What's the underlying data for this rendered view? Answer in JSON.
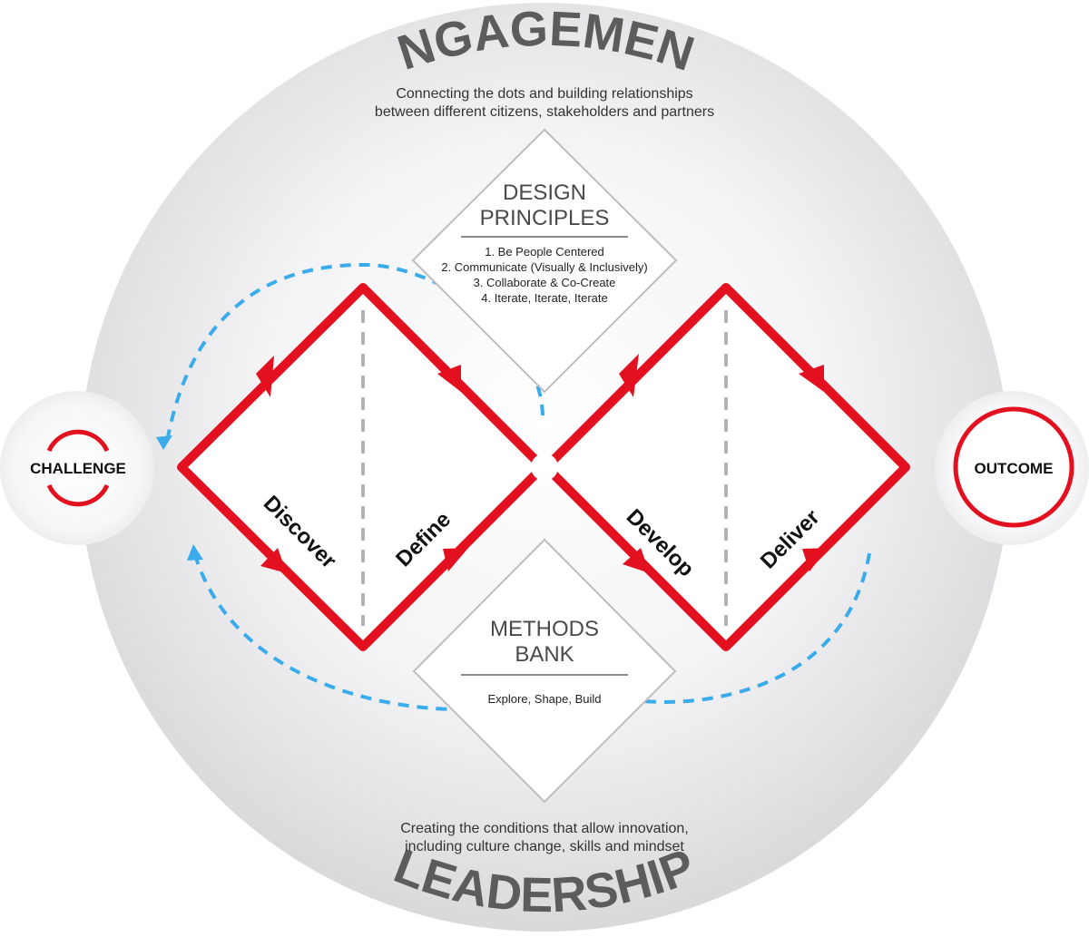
{
  "engagement": {
    "title": "ENGAGEMENT",
    "description_lines": [
      "Connecting the dots and building relationships",
      "between different citizens, stakeholders and partners"
    ]
  },
  "leadership": {
    "title": "LEADERSHIP",
    "description_lines": [
      "Creating the conditions that allow innovation,",
      "including culture change, skills and mindset"
    ]
  },
  "design_principles": {
    "title_lines": [
      "DESIGN",
      "PRINCIPLES"
    ],
    "items": [
      "1. Be People Centered",
      "2. Communicate (Visually & Inclusively)",
      "3. Collaborate & Co-Create",
      "4. Iterate, Iterate, Iterate"
    ]
  },
  "methods_bank": {
    "title_lines": [
      "METHODS",
      "BANK"
    ],
    "text": "Explore, Shape, Build"
  },
  "phases": {
    "discover": "Discover",
    "define": "Define",
    "develop": "Develop",
    "deliver": "Deliver"
  },
  "challenge": {
    "label": "CHALLENGE"
  },
  "outcome": {
    "label": "OUTCOME"
  },
  "colors": {
    "red": "#e3101f",
    "blue_dashed": "#3aacec",
    "dash_gray": "#b3b3b3",
    "text_gray": "#5c5c5c"
  }
}
